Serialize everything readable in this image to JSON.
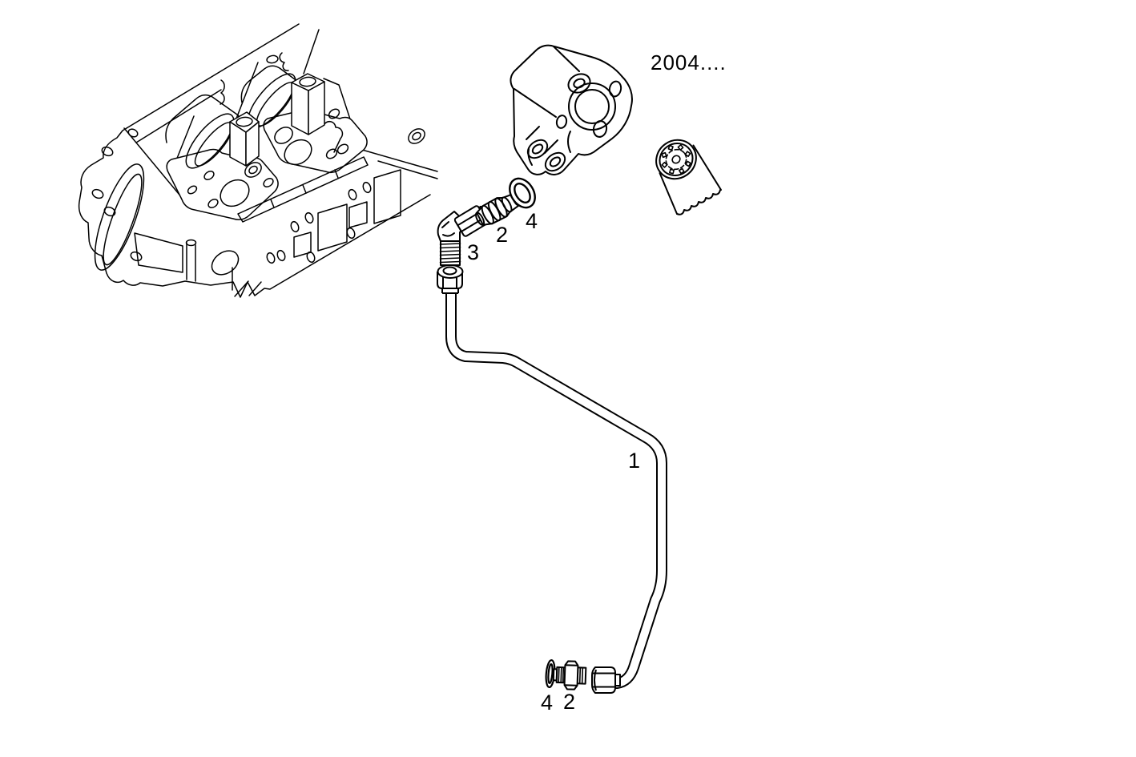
{
  "diagram": {
    "background_color": "#ffffff",
    "line_color": "#000000",
    "model_year": "2004....",
    "labels": [
      {
        "part": "oil-delivery-pipe",
        "text": "1"
      },
      {
        "part": "union-upper",
        "text": "2"
      },
      {
        "part": "elbow-union",
        "text": "3"
      },
      {
        "part": "seal-washer-upper",
        "text": "4"
      },
      {
        "part": "seal-washer-lower",
        "text": "4"
      },
      {
        "part": "union-lower",
        "text": "2"
      }
    ]
  }
}
